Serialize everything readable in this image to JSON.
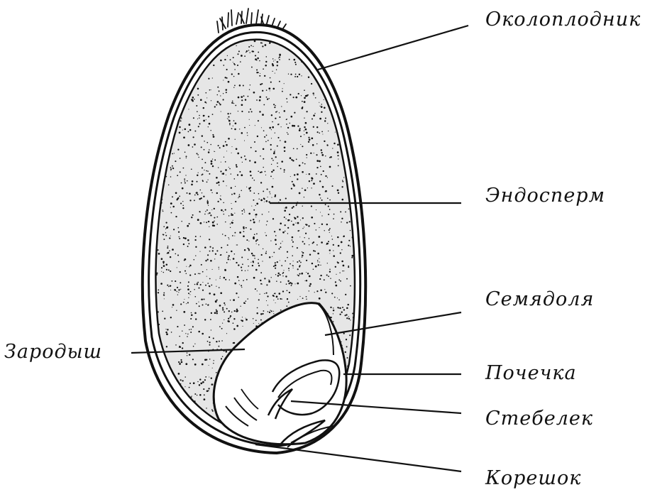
{
  "labels": {
    "pericarp": "Околоплодник",
    "endosperm": "Эндосперм",
    "cotyledon": "Семядоля",
    "embryo": "Зародыш",
    "bud": "Почечка",
    "stem": "Стебелек",
    "root": "Корешок"
  },
  "colors": {
    "ink": "#111111",
    "background": "#ffffff",
    "endosperm_fill": "#e6e6e6"
  }
}
